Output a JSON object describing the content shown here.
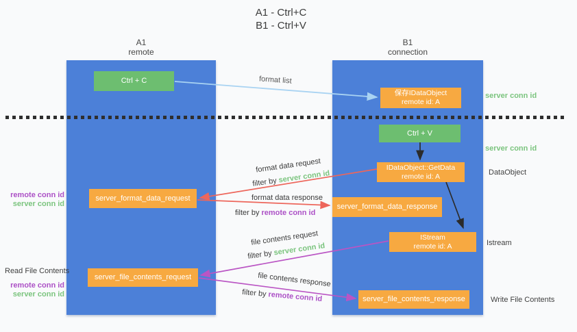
{
  "title": {
    "line1": "A1 - Ctrl+C",
    "line2": "B1 - Ctrl+V"
  },
  "lanes": {
    "left": {
      "name": "A1",
      "role": "remote"
    },
    "right": {
      "name": "B1",
      "role": "connection"
    }
  },
  "boxes": {
    "ctrl_c": {
      "label": "Ctrl + C"
    },
    "save_idataobject": {
      "line1": "保存IDataObject",
      "line2": "remote id: A"
    },
    "ctrl_v": {
      "label": "Ctrl + V"
    },
    "getdata": {
      "line1": "IDataObject::GetData",
      "line2": "remote id: A"
    },
    "server_format_data_request": {
      "label": "server_format_data_request"
    },
    "server_format_data_response": {
      "label": "server_format_data_response"
    },
    "istream": {
      "line1": "IStream",
      "line2": "remote id: A"
    },
    "server_file_contents_request": {
      "label": "server_file_contents_request"
    },
    "server_file_contents_response": {
      "label": "server_file_contents_response"
    }
  },
  "side_labels": {
    "server_conn_id_top": "server conn id",
    "server_conn_id_mid": "server conn id",
    "dataobject": "DataObject",
    "istream": "Istream",
    "write_file_contents": "Write File Contents",
    "read_file_contents": "Read File Contents",
    "remote_conn_id_left_top": "remote conn id",
    "server_conn_id_left_top": "server conn id",
    "remote_conn_id_left_bottom": "remote conn id",
    "server_conn_id_left_bottom": "server conn id"
  },
  "flow_labels": {
    "format_list": "format list",
    "format_data_request": "format data request",
    "filter_by_1": "filter by",
    "filter_value_1": "server conn id",
    "format_data_response": "format data response",
    "filter_by_2": "filter by",
    "filter_value_2": "remote conn id",
    "file_contents_request": "file contents request",
    "filter_by_3": "filter by",
    "filter_value_3": "server conn id",
    "file_contents_response": "file contents response",
    "filter_by_4": "filter by",
    "filter_value_4": "remote conn id"
  },
  "colors": {
    "lane_blue": "#4C80D8",
    "box_green": "#6DBE70",
    "box_orange": "#F7A941",
    "arrow_salmon": "#ED665B",
    "arrow_purple": "#BA55C4",
    "arrow_blue": "#A9D3F2",
    "arrow_black": "#2b2b2b",
    "label_green": "#7BC47E",
    "label_purple": "#AC50C6",
    "text_dark": "#3f3f3f",
    "background": "#f9fafb"
  }
}
